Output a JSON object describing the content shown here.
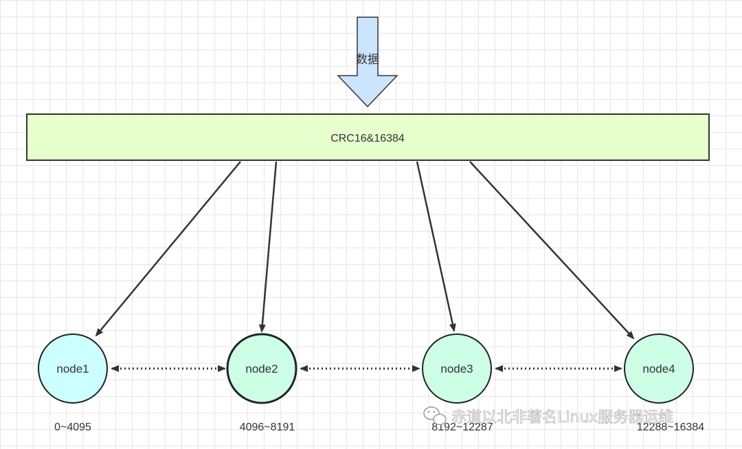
{
  "input_arrow": {
    "label": "数据",
    "fill": "#cce5ff",
    "stroke": "#333333"
  },
  "hash_box": {
    "label": "CRC16&16384",
    "fill": "#e6ffcc",
    "stroke": "#333333"
  },
  "nodes": [
    {
      "label": "node1",
      "range": "0~4095",
      "fill": "#ccffff"
    },
    {
      "label": "node2",
      "range": "4096~8191",
      "fill": "#ccffe6"
    },
    {
      "label": "node3",
      "range": "8192~12287",
      "fill": "#ccffe6"
    },
    {
      "label": "node4",
      "range": "12288~16384",
      "fill": "#ccffe6"
    }
  ],
  "watermark": {
    "text": "赤道以北非著名Linux服务器运维",
    "icon": "wechat-icon"
  }
}
